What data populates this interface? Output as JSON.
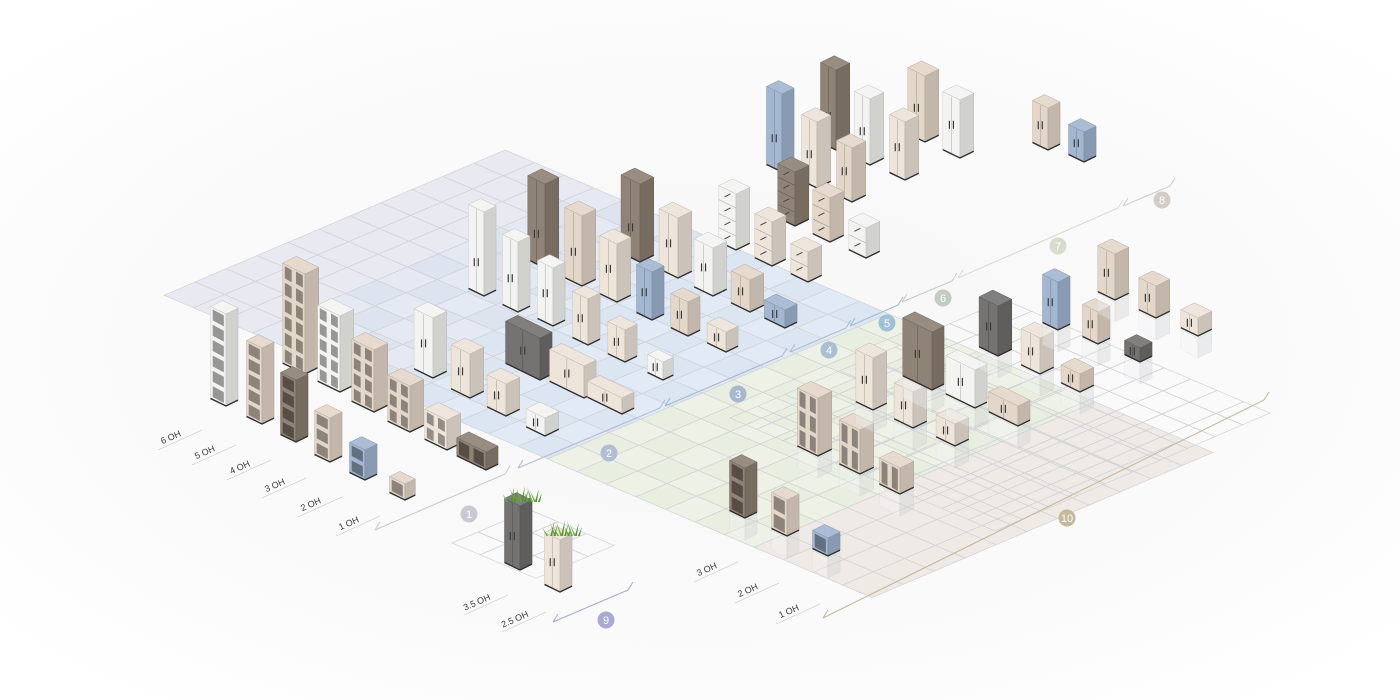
{
  "section_badges": [
    {
      "label": "1",
      "color": "#c9c9d3"
    },
    {
      "label": "2",
      "color": "#b3bcd6"
    },
    {
      "label": "3",
      "color": "#a7b7d0"
    },
    {
      "label": "4",
      "color": "#a9bfd4"
    },
    {
      "label": "5",
      "color": "#9fc0d6"
    },
    {
      "label": "6",
      "color": "#c3cbc5"
    },
    {
      "label": "7",
      "color": "#d8dccd"
    },
    {
      "label": "8",
      "color": "#d3cbc6"
    },
    {
      "label": "9",
      "color": "#a7abd4"
    },
    {
      "label": "10",
      "color": "#c4b99a"
    }
  ],
  "height_labels": {
    "main": [
      "6 OH",
      "5 OH",
      "4 OH",
      "3 OH",
      "2 OH",
      "1 OH"
    ],
    "planters": [
      "3.5 OH",
      "2.5 OH"
    ],
    "stacked": [
      "3 OH",
      "2 OH",
      "1 OH"
    ]
  },
  "colors": {
    "oak": "#e1d5c6",
    "light_oak": "#ece3d8",
    "walnut": "#8a7d70",
    "white": "#f3f3f0",
    "blue": "#9fb4cf",
    "anthracite": "#6f6d6b",
    "green_tint": "#e9f0e2",
    "blue_tint": "#dfe9f4"
  }
}
